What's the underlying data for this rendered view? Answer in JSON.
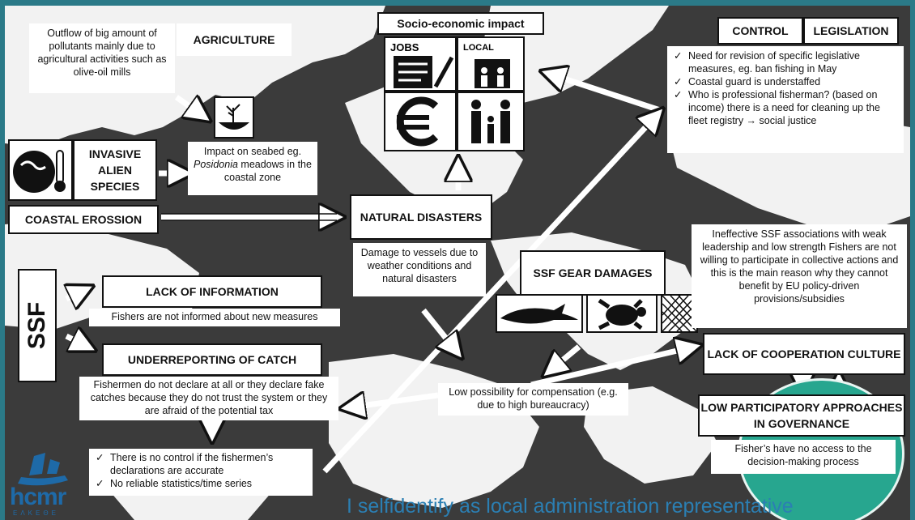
{
  "agriculture": {
    "label": "AGRICULTURE",
    "note": "Outflow of big amount of pollutants mainly due to agricultural activities such as olive-oil mills"
  },
  "seabed": {
    "note_pre": "Impact on seabed eg.",
    "note_italic": "Posidonia",
    "note_post": "meadows in the coastal zone"
  },
  "invasive": {
    "label": "INVASIVE ALIEN SPECIES"
  },
  "coastal": {
    "label": "COASTAL EROSSION"
  },
  "natural": {
    "label": "NATURAL DISASTERS",
    "note": "Damage to vessels due to weather conditions and natural disasters"
  },
  "socio": {
    "title": "Socio-economic impact",
    "jobs_label": "JOBS",
    "local_label": "LOCAL"
  },
  "control": {
    "control_label": "CONTROL",
    "legislation_label": "LEGISLATION",
    "items": [
      "Need for revision of specific legislative measures, eg. ban fishing in May",
      "Coastal guard is understaffed",
      "Who is professional fisherman? (based on income) there is a need for cleaning up the fleet registry → social justice"
    ]
  },
  "ssf": {
    "label": "SSF"
  },
  "lack_info": {
    "label": "LACK OF INFORMATION",
    "note": "Fishers are not informed about new measures"
  },
  "underreport": {
    "label": "UNDERREPORTING OF CATCH",
    "note": "Fishermen do not declare at all or they declare fake catches because they do not trust the system or they are afraid of the potential tax",
    "items": [
      "There is no control if the fishermen’s declarations are accurate",
      "No reliable statistics/time series"
    ]
  },
  "gear": {
    "label": "SSF GEAR DAMAGES"
  },
  "compensation": {
    "note": "Low possibility for compensation (e.g. due to high bureaucracy)"
  },
  "associations": {
    "note": "Ineffective SSF associations with weak leadership and low strength Fishers are not willing to participate in collective actions and this is the main reason why they cannot benefit by EU policy-driven provisions/subsidies"
  },
  "cooperation": {
    "label": "LACK OF COOPERATION CULTURE"
  },
  "participatory": {
    "label": "LOW PARTICIPATORY APPROACHES IN GOVERNANCE",
    "note": "Fisher’s have no access to the decision-making process"
  },
  "logo": {
    "text": "hcmr",
    "subtext": "ΕΛΚΕΘΕ"
  },
  "footer": {
    "text": "I selfidentify as local administration representative"
  },
  "colors": {
    "frame": "#2b7a88",
    "map": "#3b3b3b",
    "land": "#f4f4f4",
    "footer": "#2b7fb3"
  }
}
